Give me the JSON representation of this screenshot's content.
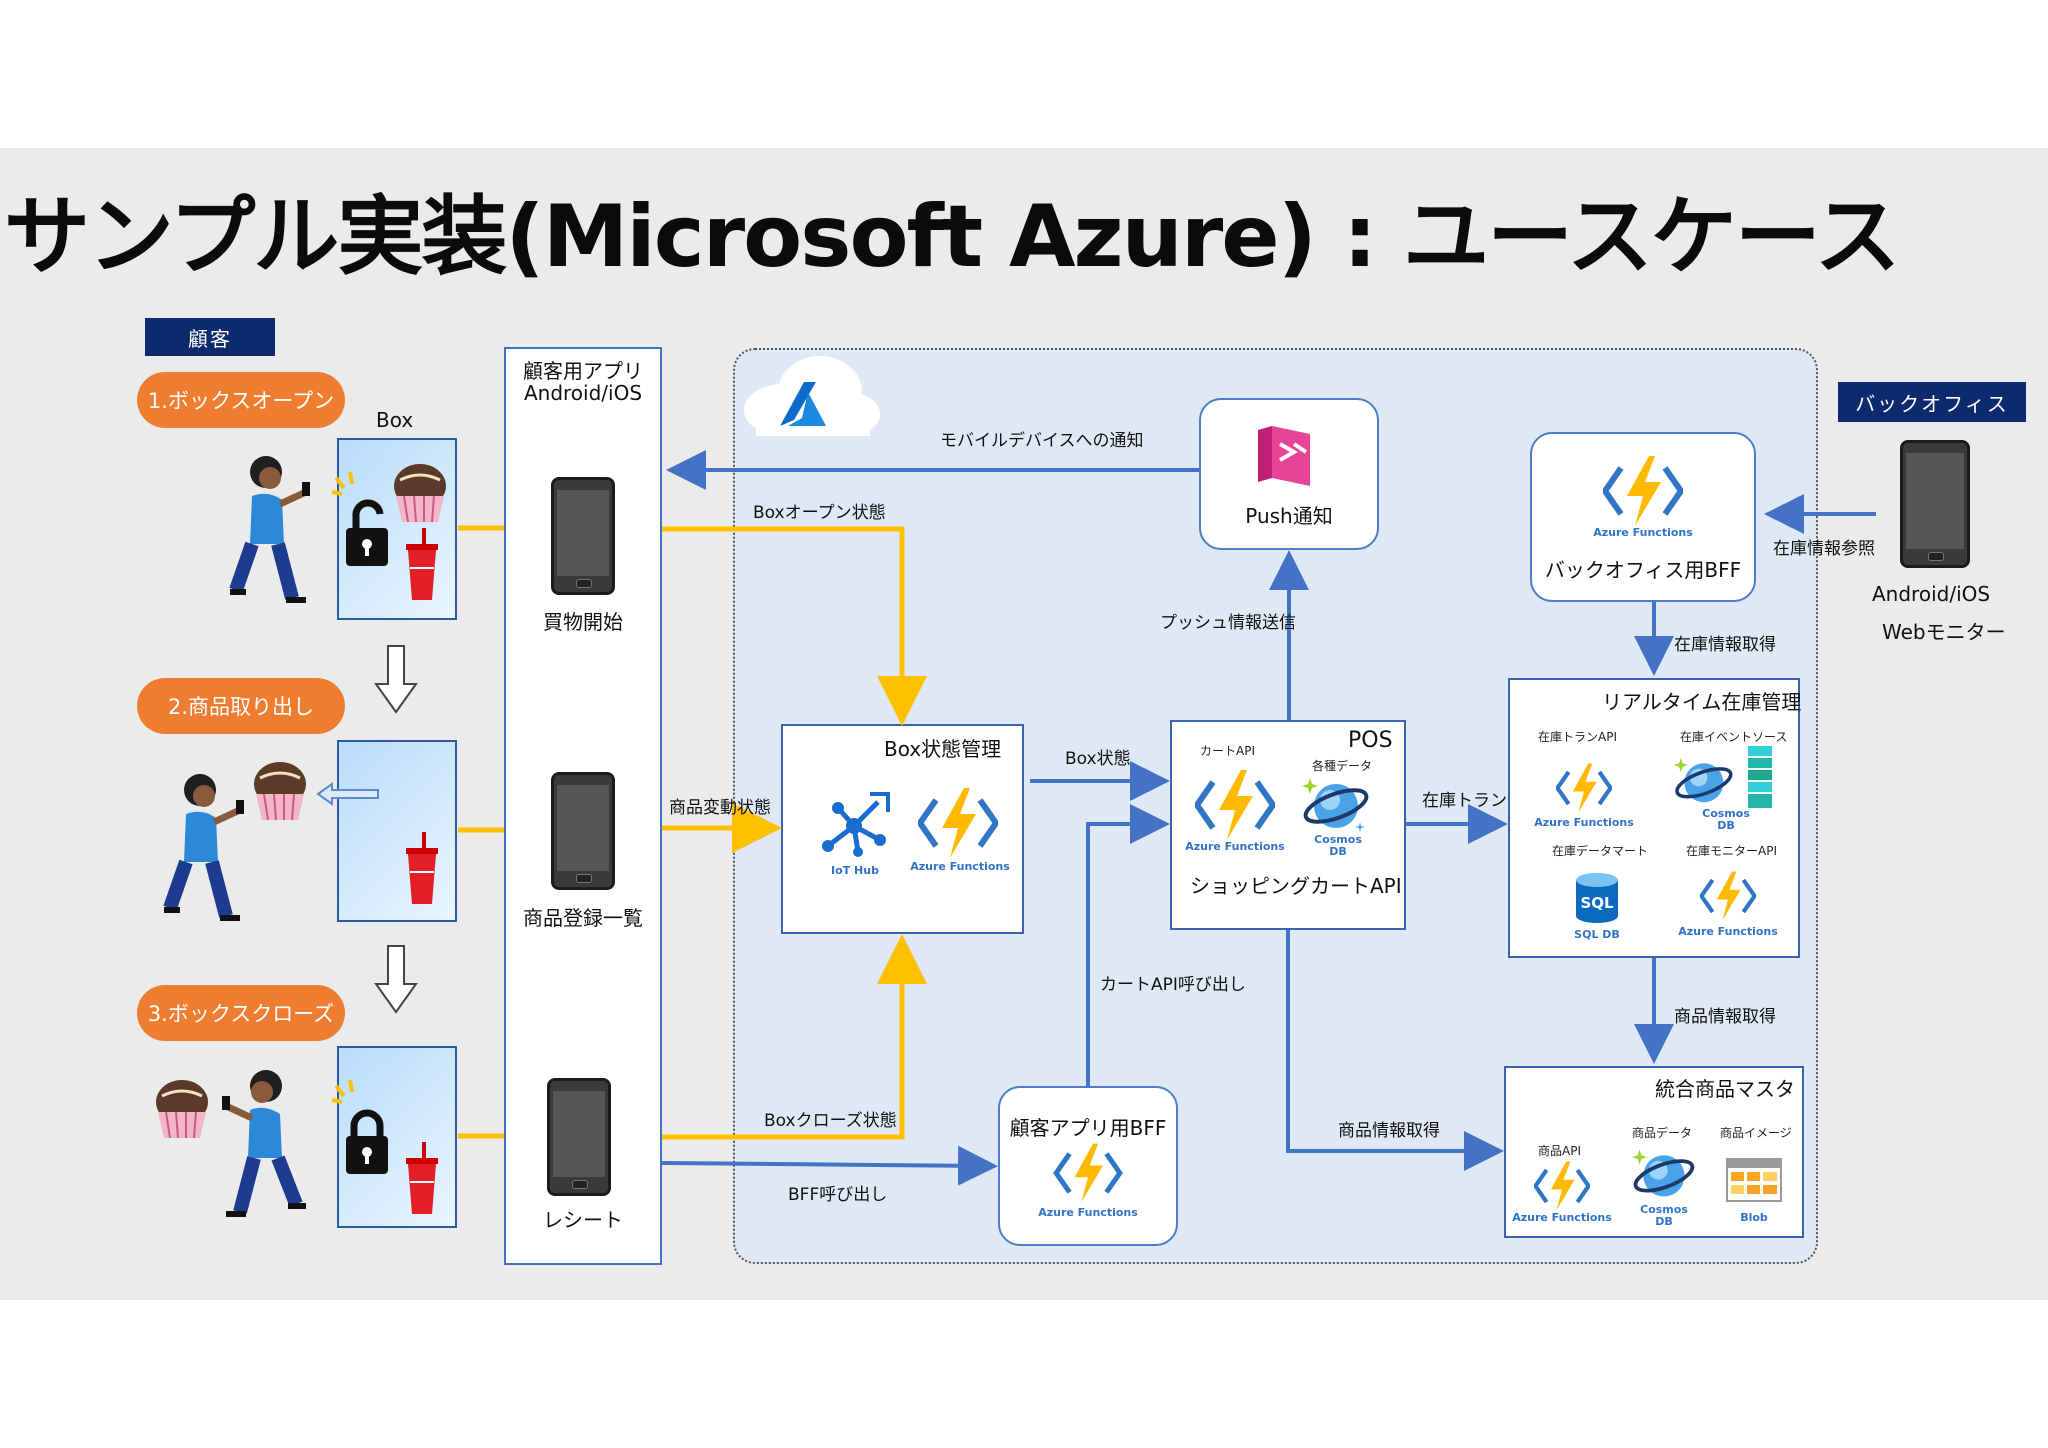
{
  "title": "サンプル実装(Microsoft Azure) : ユースケース",
  "tags": {
    "customer": "顧客",
    "backoffice": "バックオフィス"
  },
  "steps": [
    "1.ボックスオープン",
    "2.商品取り出し",
    "3.ボックスクローズ"
  ],
  "box_label": "Box",
  "customer_app": {
    "title_line1": "顧客用アプリ",
    "title_line2": "Android/iOS",
    "phones": [
      "買物開始",
      "商品登録一覧",
      "レシート"
    ]
  },
  "push": {
    "label": "Push通知"
  },
  "box_state": {
    "title": "Box状態管理",
    "iot": "IoT Hub",
    "func": "Azure Functions"
  },
  "pos": {
    "title": "POS",
    "cart_api": "カートAPI",
    "various_data": "各種データ",
    "func": "Azure Functions",
    "cosmos": "Cosmos DB",
    "caption": "ショッピングカートAPI"
  },
  "customer_bff": {
    "title": "顧客アプリ用BFF",
    "func": "Azure Functions"
  },
  "backoffice_bff": {
    "title": "バックオフィス用BFF",
    "func": "Azure Functions"
  },
  "inventory": {
    "title": "リアルタイム在庫管理",
    "tran_api": "在庫トランAPI",
    "event_source": "在庫イベントソース",
    "data_mart": "在庫データマート",
    "monitor_api": "在庫モニターAPI",
    "func": "Azure Functions",
    "cosmos": "Cosmos DB",
    "sql": "SQL DB"
  },
  "master": {
    "title": "統合商品マスタ",
    "product_api": "商品API",
    "product_data": "商品データ",
    "product_image": "商品イメージ",
    "func": "Azure Functions",
    "cosmos": "Cosmos DB",
    "blob": "Blob"
  },
  "backoffice_device": {
    "line1": "Android/iOS",
    "line2": "Webモニター"
  },
  "edges": {
    "mobile_notify": "モバイルデバイスへの通知",
    "box_open": "Boxオープン状態",
    "product_change": "商品変動状態",
    "box_close": "Boxクローズ状態",
    "bff_call": "BFF呼び出し",
    "box_state": "Box状態",
    "push_send": "プッシュ情報送信",
    "cart_call": "カートAPI呼び出し",
    "product_get_pos": "商品情報取得",
    "inventory_tran": "在庫トラン",
    "inventory_ref": "在庫情報参照",
    "inventory_get": "在庫情報取得",
    "product_get": "商品情報取得"
  },
  "colors": {
    "arrow_blue": "#4472c4",
    "arrow_orange": "#ffc000",
    "pill": "#ef7d31",
    "tag": "#0e2a6e"
  }
}
